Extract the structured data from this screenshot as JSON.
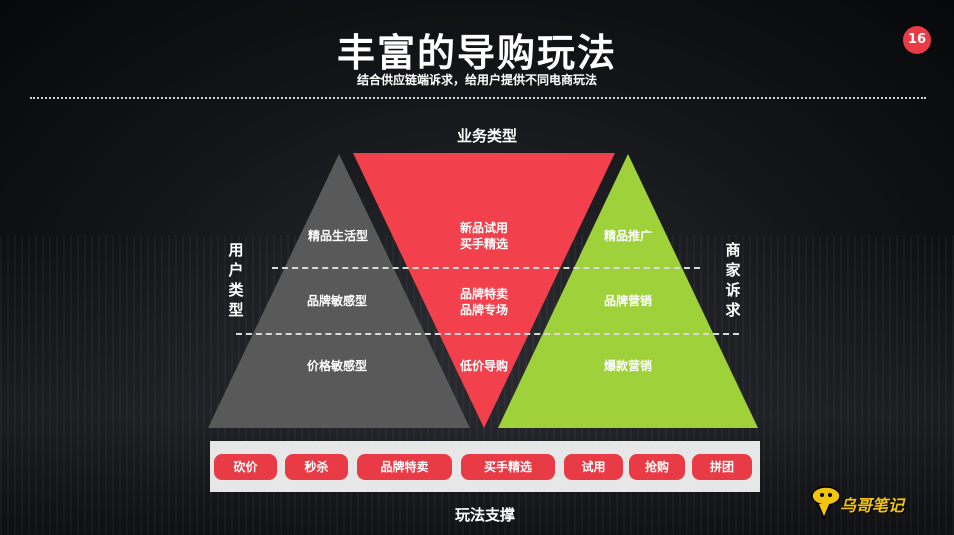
{
  "header": {
    "title": "丰富的导购玩法",
    "subtitle": "结合供应链端诉求，给用户提供不同电商玩法",
    "page_number": "16"
  },
  "diagram": {
    "top_label": "业务类型",
    "left_label": "用户类型",
    "right_label": "商家诉求",
    "bottom_label": "玩法支撑",
    "left_triangle": {
      "color": "#595959",
      "rows": [
        "精品生活型",
        "品牌敏感型",
        "价格敏感型"
      ]
    },
    "middle_triangle": {
      "color": "#f2404c",
      "rows": [
        [
          "新品试用",
          "买手精选"
        ],
        [
          "品牌特卖",
          "品牌专场"
        ],
        [
          "低价导购"
        ]
      ]
    },
    "right_triangle": {
      "color": "#9ed13a",
      "rows": [
        "精品推广",
        "品牌营销",
        "爆款营销"
      ]
    },
    "support_items": [
      "砍价",
      "秒杀",
      "品牌特卖",
      "买手精选",
      "试用",
      "抢购",
      "拼团"
    ]
  },
  "logo": {
    "text": "乌哥笔记"
  },
  "colors": {
    "accent_red": "#e83b45",
    "grey_triangle": "#595959",
    "green_triangle": "#9ed13a",
    "red_triangle": "#f2404c"
  }
}
